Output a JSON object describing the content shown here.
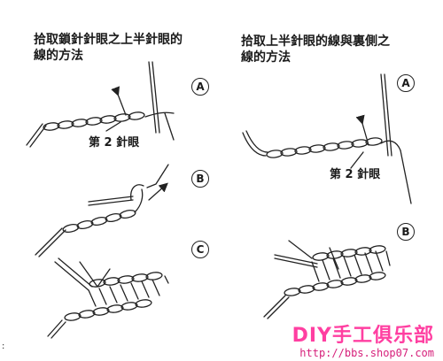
{
  "left": {
    "title_line1": "拾取鎖針針眼之上半針眼的",
    "title_line2": "線的方法",
    "stitch_label": "第 2 針眼"
  },
  "right": {
    "title_line1": "拾取上半針眼的線與裏側之",
    "title_line2": "線的方法",
    "stitch_label": "第 2 針眼"
  },
  "steps": {
    "a": "A",
    "b": "B",
    "c": "C"
  },
  "watermark": {
    "brand": "DIY手工俱乐部",
    "url": "http://bbs.shop07.com"
  },
  "colors": {
    "line": "#222222",
    "watermark_brand": "#ff3fa1",
    "watermark_url": "#d61f7a"
  }
}
